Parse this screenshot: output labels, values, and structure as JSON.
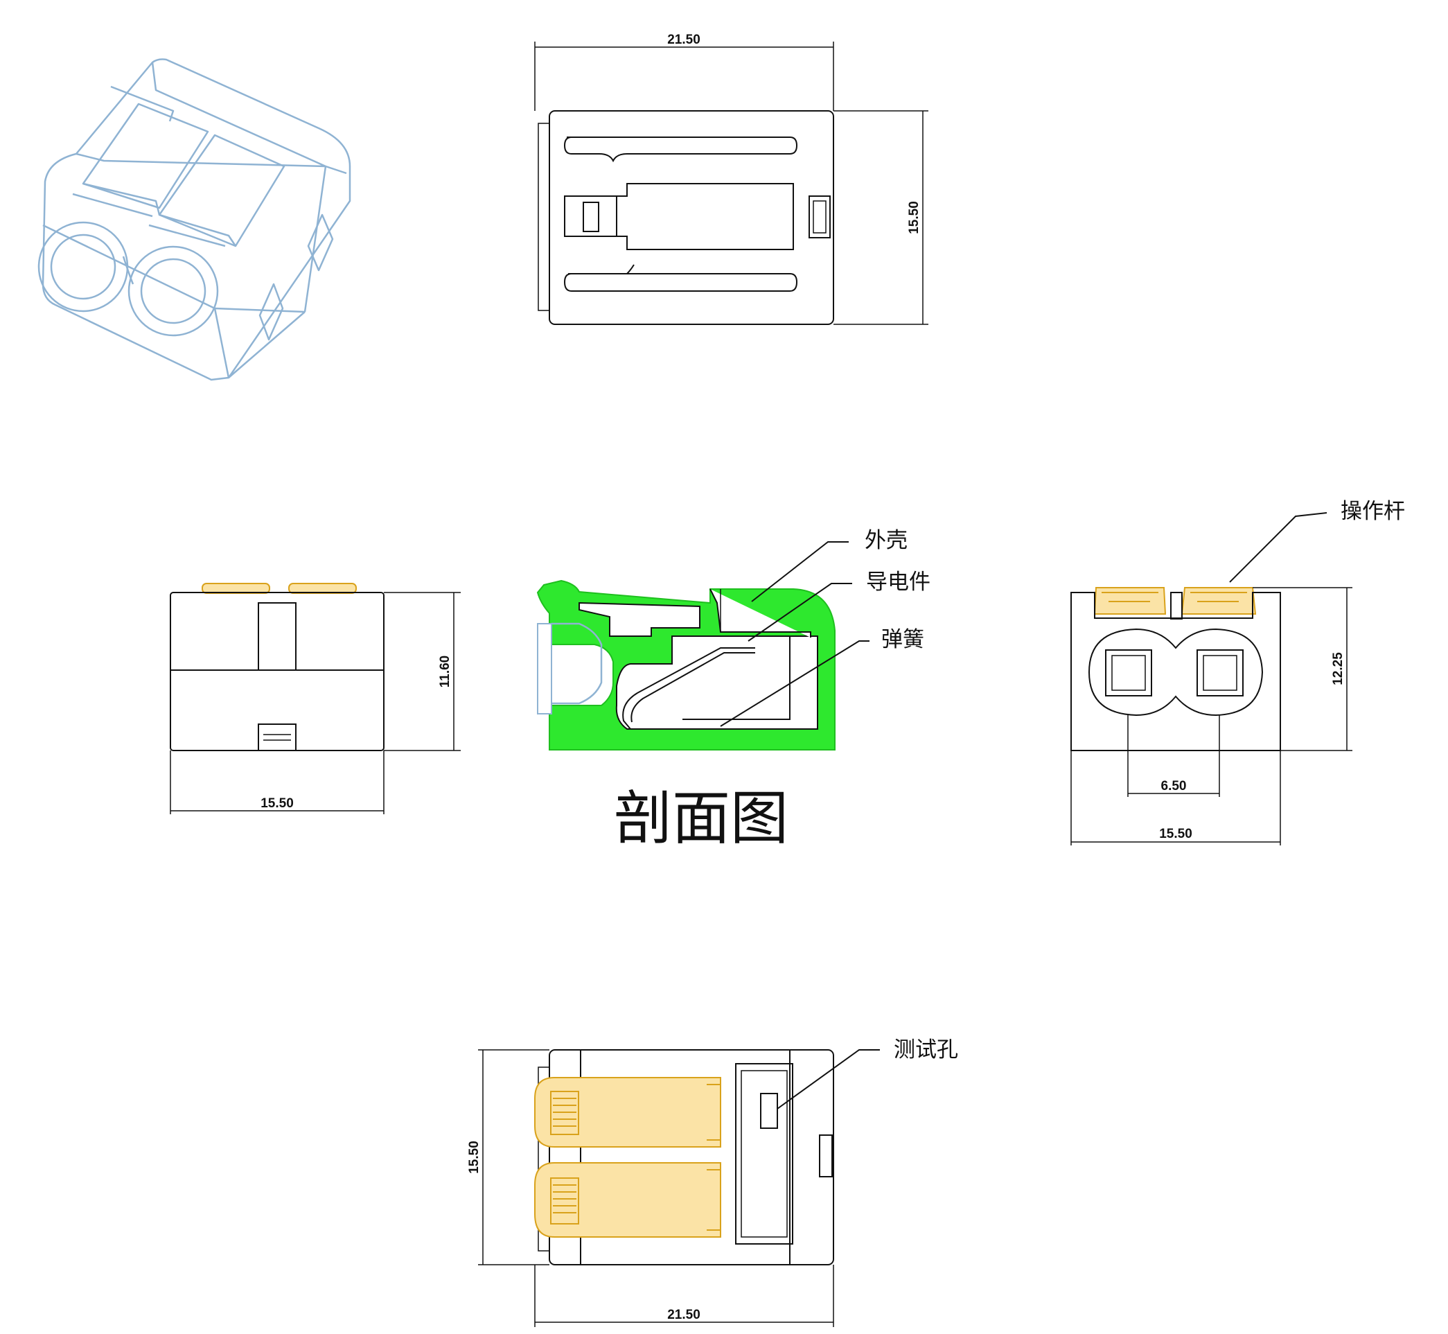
{
  "labels": {
    "shell": "外壳",
    "conductor": "导电件",
    "spring": "弹簧",
    "lever": "操作杆",
    "test_hole": "测试孔",
    "section_view": "剖面图"
  },
  "dimensions": {
    "top_width": "21.50",
    "top_height": "15.50",
    "left_height": "11.60",
    "left_width": "15.50",
    "right_height": "12.25",
    "right_pitch": "6.50",
    "right_width": "15.50",
    "bottom_height": "15.50",
    "bottom_width": "21.50"
  },
  "colors": {
    "line": "#111111",
    "iso_line": "#8fb3d3",
    "lever_fill": "#fbe3a6",
    "lever_line": "#d9a21b",
    "section_fill": "#2ee82e"
  }
}
